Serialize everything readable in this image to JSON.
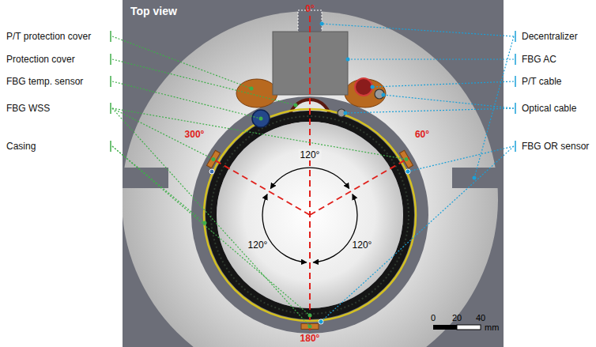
{
  "diagram": {
    "title": "Top view",
    "labels": [
      "P/T protection cover",
      "Protection cover",
      "FBG temp. sensor",
      "FBG WSS",
      "Casing",
      "Decentralizer",
      "FBG AC",
      "P/T cable",
      "Optical cable",
      "FBG OR sensor",
      "0°",
      "60°",
      "300°",
      "180°",
      "120°",
      "120°",
      "120°",
      "0",
      "20",
      "40",
      "mm"
    ]
  }
}
